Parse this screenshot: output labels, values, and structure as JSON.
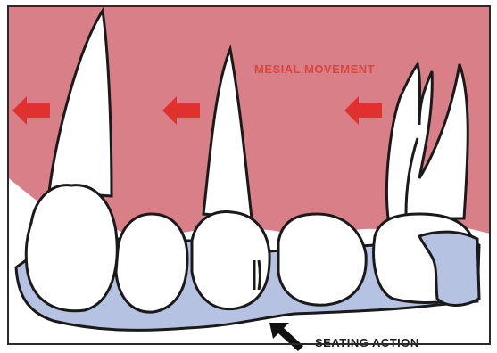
{
  "labels": {
    "mesial_movement": "MESIAL MOVEMENT",
    "seating_action": "SEATING ACTION"
  },
  "colors": {
    "gum": "#d97f87",
    "arrow": "#e0312e",
    "mesial_text": "#d9453f",
    "appliance": "#b6c2e2",
    "tooth": "#ffffff",
    "outline": "#1a1a1a",
    "frame": "#2a2a2a"
  },
  "arrows": {
    "mesial_direction": "left",
    "count": 3,
    "seating_direction": "up-left"
  }
}
